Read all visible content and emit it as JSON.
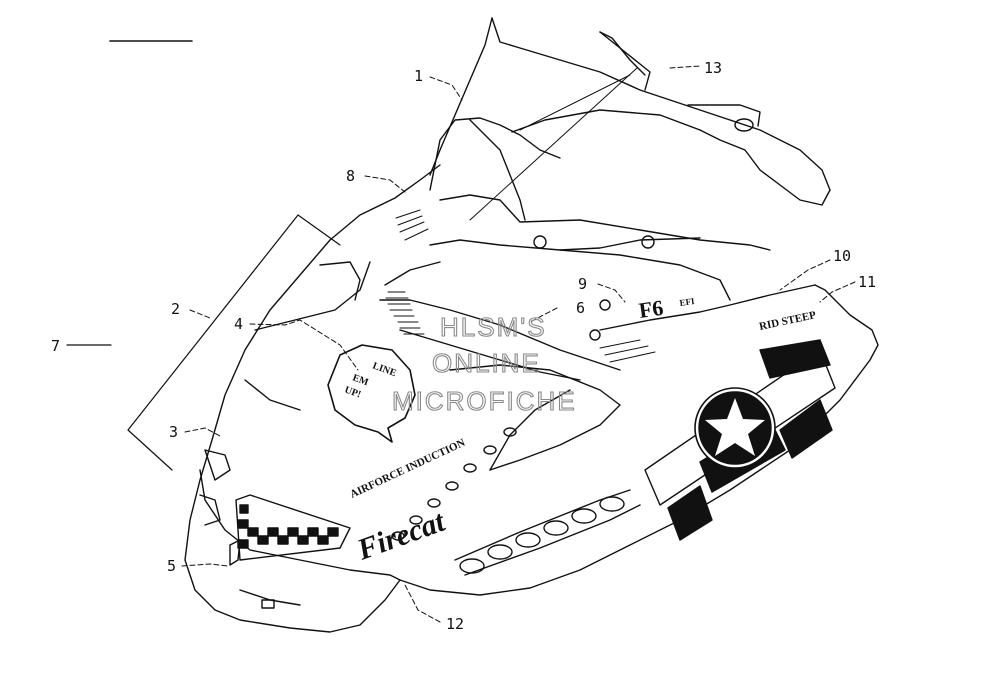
{
  "callouts": {
    "c1": "1",
    "c2": "2",
    "c3": "3",
    "c4": "4",
    "c5": "5",
    "c6": "6",
    "c7": "7",
    "c8": "8",
    "c9": "9",
    "c10": "10",
    "c11": "11",
    "c12": "12",
    "c13": "13"
  },
  "decals": {
    "airforce": "AIRFORCE INDUCTION",
    "ridesteep": "RID STEEP",
    "model": "F6",
    "efi": "EFI",
    "line1": "LINE",
    "line2": "EM",
    "line3": "UP!",
    "script": "Firecat"
  },
  "watermark": {
    "line1": "HLSM'S",
    "line2": "ONLINE",
    "line3": "MICROFICHE"
  }
}
